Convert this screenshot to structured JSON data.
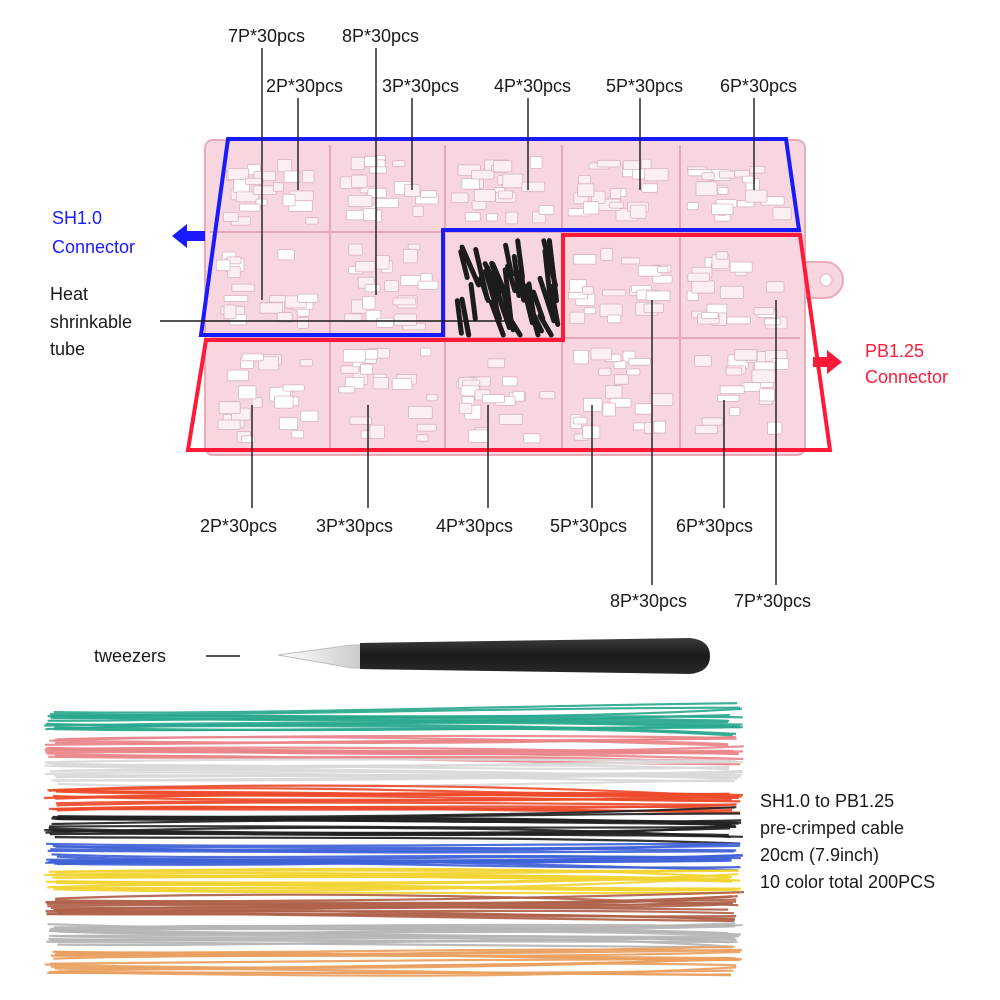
{
  "colors": {
    "sh_outline": "#1a1aff",
    "pb_outline": "#ff1a3a",
    "box_pink": "#f7d6e0",
    "box_edge": "#e9aab9",
    "tube": "#1c1c1c"
  },
  "top_labels": {
    "sh_7p": "7P*30pcs",
    "sh_8p": "8P*30pcs",
    "sh_2p": "2P*30pcs",
    "sh_3p": "3P*30pcs",
    "sh_4p": "4P*30pcs",
    "sh_5p": "5P*30pcs",
    "sh_6p": "6P*30pcs"
  },
  "side_labels": {
    "sh_line1": "SH1.0",
    "sh_line2": "Connector",
    "pb_line1": "PB1.25",
    "pb_line2": "Connector",
    "heat_line1": "Heat",
    "heat_line2": "shrinkable",
    "heat_line3": "tube"
  },
  "bottom_labels": {
    "pb_2p": "2P*30pcs",
    "pb_3p": "3P*30pcs",
    "pb_4p": "4P*30pcs",
    "pb_5p": "5P*30pcs",
    "pb_6p": "6P*30pcs",
    "pb_8p": "8P*30pcs",
    "pb_7p": "7P*30pcs"
  },
  "tweezers_label": "tweezers",
  "cable_caption": {
    "line1": "SH1.0 to PB1.25",
    "line2": "pre-crimped cable",
    "line3": "20cm (7.9inch)",
    "line4": "10 color total 200PCS"
  },
  "wire_colors": [
    "#2aa88e",
    "#e9868a",
    "#d9d9d9",
    "#ee4b2b",
    "#222222",
    "#3f62d8",
    "#f2d431",
    "#b0624a",
    "#b5b5b5",
    "#e9a060"
  ]
}
